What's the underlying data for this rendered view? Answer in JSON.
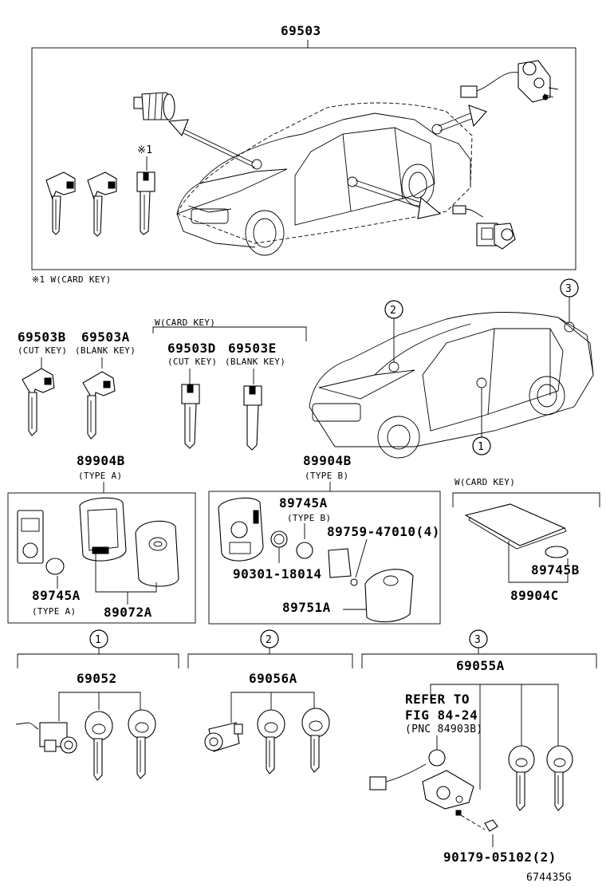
{
  "top": {
    "assembly_pn": "69503",
    "card_key_mark": "※1",
    "footnote": "※1 W(CARD KEY)"
  },
  "keys_row": {
    "pn_b": "69503B",
    "pn_a": "69503A",
    "cut_key": "(CUT KEY)",
    "blank_key": "(BLANK KEY)",
    "card_group_label": "W(CARD KEY)",
    "pn_d": "69503D",
    "pn_e": "69503E",
    "cut_key_2": "(CUT KEY)",
    "blank_key_2": "(BLANK KEY)"
  },
  "callouts": [
    "1",
    "2",
    "3"
  ],
  "type_a_box": {
    "header_pn": "89904B",
    "header_sub": "(TYPE A)",
    "battery_pn": "89745A",
    "battery_sub": "(TYPE A)",
    "case_pn": "89072A"
  },
  "type_b_box": {
    "header_pn": "89904B",
    "header_sub": "(TYPE B)",
    "battery_pn": "89745A",
    "battery_sub": "(TYPE B)",
    "screw_pn": "89759-47010(4)",
    "oring_pn": "90301-18014",
    "cover_pn": "89751A"
  },
  "card_key_group": {
    "label": "W(CARD KEY)",
    "battery_pn": "89745B",
    "card_pn": "89904C"
  },
  "bottom": {
    "group1": {
      "callout": "1",
      "pn": "69052"
    },
    "group2": {
      "callout": "2",
      "pn": "69056A"
    },
    "group3": {
      "callout": "3",
      "pn": "69055A",
      "refer_1": "REFER TO",
      "refer_2": "FIG 84-24",
      "refer_3": "(PNC 84903B)",
      "bolt_pn": "90179-05102(2)"
    }
  },
  "figure_id": "674435G"
}
